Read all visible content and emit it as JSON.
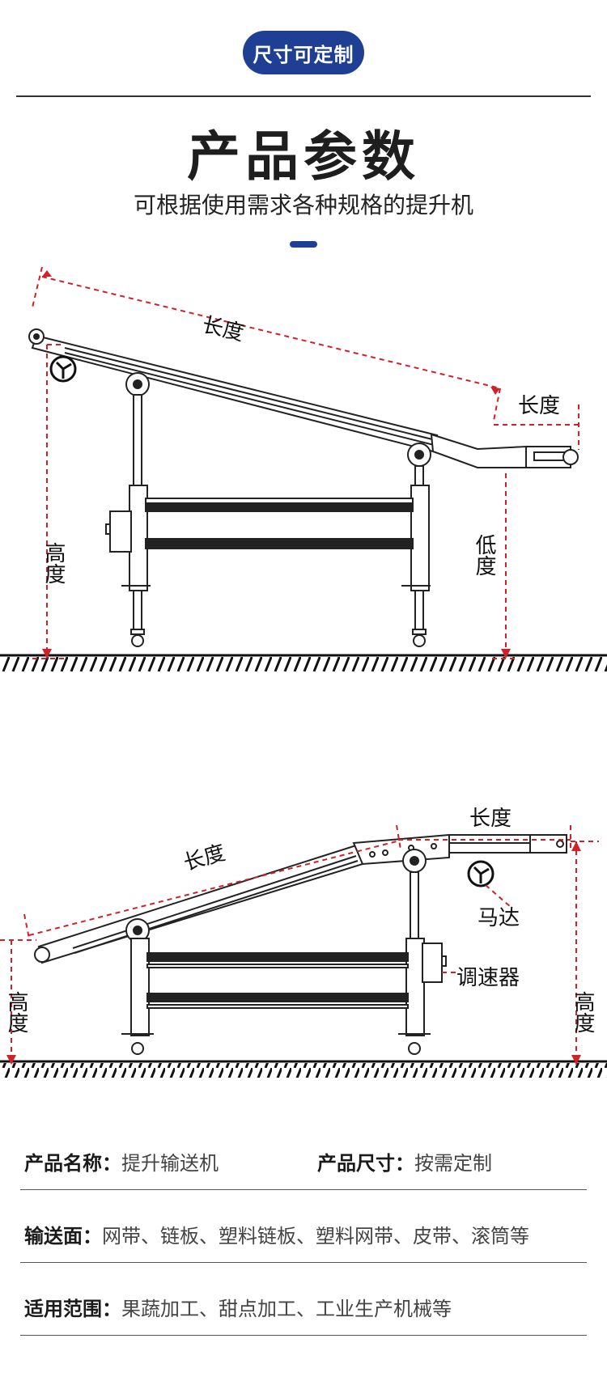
{
  "header": {
    "badge": "尺寸可定制",
    "title": "产品参数",
    "subtitle": "可根据使用需求各种规格的提升机"
  },
  "diagram1": {
    "length_top": "长度",
    "length_right": "长度",
    "height": "高度",
    "low": "低度"
  },
  "diagram2": {
    "length_left": "长度",
    "length_right": "长度",
    "motor": "马达",
    "speed_controller": "调速器",
    "height_left": "高度",
    "height_right": "高度"
  },
  "specs": {
    "name_label": "产品名称：",
    "name_value": "提升输送机",
    "size_label": "产品尺寸：",
    "size_value": "按需定制",
    "surface_label": "输送面：",
    "surface_value": "网带、链板、塑料链板、塑料网带、皮带、滚筒等",
    "usage_label": "适用范围：",
    "usage_value": "果蔬加工、甜点加工、工业生产机械等"
  },
  "colors": {
    "accent": "#1f3f94",
    "dimension_red": "#d0202a"
  }
}
